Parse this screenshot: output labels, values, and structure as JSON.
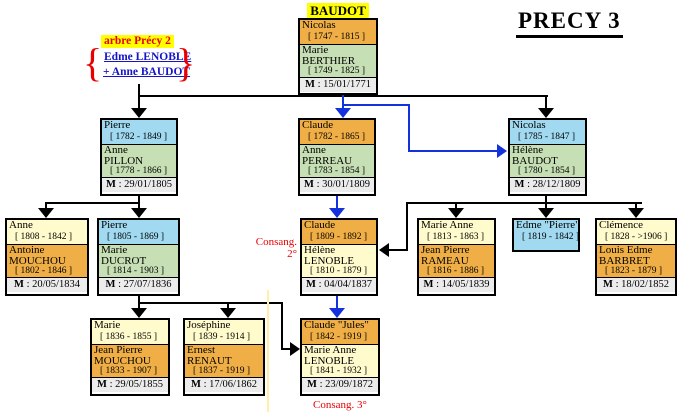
{
  "page": {
    "title": "PRECY 3"
  },
  "reference_label": {
    "title": "arbre Précy 2",
    "link1": "Edme LENOBLE",
    "link2": "+ Anne BAUDOT",
    "brace_left": "{",
    "brace_right": "}"
  },
  "root_surname": "BAUDOT",
  "annotations": {
    "consang2_line1": "Consang.",
    "consang2_line2": "2°",
    "consang3": "Consang. 3°"
  },
  "colors": {
    "page": "#FFFFFF",
    "orange": "#F0AF46",
    "green": "#C6DFB4",
    "cyan": "#A0D9F0",
    "pale": "#FFFBCC",
    "mrow": "#ECECEC",
    "highlight": "#FFFF00",
    "blue": "#1432DC",
    "link": "#1414C8",
    "red": "#E80000",
    "pageline": "#FFEFA8"
  },
  "boxes": [
    {
      "p1": {
        "name": "Nicolas",
        "dates": "[ 1747 - 1815 ]"
      },
      "p2": {
        "first": "Marie",
        "surname": "BERTHIER",
        "dates": "[ 1749 - 1825 ]"
      },
      "marriage": "M : 15/01/1771"
    },
    {
      "p1": {
        "name": "Pierre",
        "dates": "[ 1782 - 1849 ]"
      },
      "p2": {
        "first": "Anne",
        "surname": "PILLON",
        "dates": "[ 1778 - 1866 ]"
      },
      "marriage": "M : 29/01/1805"
    },
    {
      "p1": {
        "name": "Claude",
        "dates": "[ 1782 - 1865 ]"
      },
      "p2": {
        "first": "Anne",
        "surname": "PERREAU",
        "dates": "[ 1783 - 1854 ]"
      },
      "marriage": "M : 30/01/1809"
    },
    {
      "p1": {
        "name": "Nicolas",
        "dates": "[ 1785 - 1847 ]"
      },
      "p2": {
        "first": "Hélène",
        "surname": "BAUDOT",
        "dates": "[ 1780 - 1854 ]"
      },
      "marriage": "M : 28/12/1809"
    },
    {
      "p1": {
        "name": "Anne",
        "dates": "[ 1808 - 1842 ]"
      },
      "p2": {
        "first": "Antoine",
        "surname": "MOUCHOU",
        "dates": "[ 1802 - 1846 ]"
      },
      "marriage": "M : 20/05/1834"
    },
    {
      "p1": {
        "name": "Pierre",
        "dates": "[ 1805 - 1869 ]"
      },
      "p2": {
        "first": "Marie",
        "surname": "DUCROT",
        "dates": "[ 1814 - 1903 ]"
      },
      "marriage": "M : 27/07/1836"
    },
    {
      "p1": {
        "name": "Claude",
        "dates": "[ 1809 - 1892 ]"
      },
      "p2": {
        "first": "Hélène",
        "surname": "LENOBLE",
        "dates": "[ 1810 - 1879 ]"
      },
      "marriage": "M : 04/04/1837"
    },
    {
      "p1": {
        "name": "Marie Anne",
        "dates": "[ 1813 - 1863 ]"
      },
      "p2": {
        "first": "Jean Pierre",
        "surname": "RAMEAU",
        "dates": "[ 1816 - 1886 ]"
      },
      "marriage": "M : 14/05/1839"
    },
    {
      "p1": {
        "name": "Edme \"Pierre\"",
        "dates": "[ 1819 - 1842 ]"
      }
    },
    {
      "p1": {
        "name": "Clémence",
        "dates": "[ 1828 - >1906 ]"
      },
      "p2": {
        "first": "Louis Edme",
        "surname": "BARBRET",
        "dates": "[ 1823 - 1879 ]"
      },
      "marriage": "M : 18/02/1852"
    },
    {
      "p1": {
        "name": "Marie",
        "dates": "[ 1836 - 1855 ]"
      },
      "p2": {
        "first": "Jean Pierre",
        "surname": "MOUCHOU",
        "dates": "[ 1833 - 1907 ]"
      },
      "marriage": "M : 29/05/1855"
    },
    {
      "p1": {
        "name": "Joséphine",
        "dates": "[ 1839 - 1914 ]"
      },
      "p2": {
        "first": "Ernest",
        "surname": "RENAUT",
        "dates": "[ 1837 - 1919 ]"
      },
      "marriage": "M : 17/06/1862"
    },
    {
      "p1": {
        "name": "Claude \"Jules\"",
        "dates": "[ 1842 - 1919 ]"
      },
      "p2": {
        "first": "Marie Anne",
        "surname": "LENOBLE",
        "dates": "[ 1841 - 1932 ]"
      },
      "marriage": "M : 23/09/1872"
    }
  ]
}
